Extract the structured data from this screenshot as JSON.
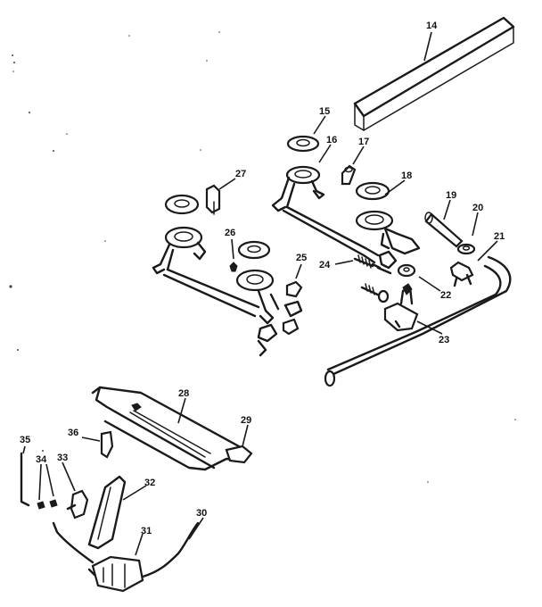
{
  "diagram": {
    "callouts": [
      {
        "id": "c14",
        "label": "14"
      },
      {
        "id": "c15",
        "label": "15"
      },
      {
        "id": "c16",
        "label": "16"
      },
      {
        "id": "c17",
        "label": "17"
      },
      {
        "id": "c18",
        "label": "18"
      },
      {
        "id": "c19",
        "label": "19"
      },
      {
        "id": "c20",
        "label": "20"
      },
      {
        "id": "c21",
        "label": "21"
      },
      {
        "id": "c22",
        "label": "22"
      },
      {
        "id": "c23",
        "label": "23"
      },
      {
        "id": "c24",
        "label": "24"
      },
      {
        "id": "c25",
        "label": "25"
      },
      {
        "id": "c26",
        "label": "26"
      },
      {
        "id": "c27",
        "label": "27"
      },
      {
        "id": "c28",
        "label": "28"
      },
      {
        "id": "c29",
        "label": "29"
      },
      {
        "id": "c30",
        "label": "30"
      },
      {
        "id": "c31",
        "label": "31"
      },
      {
        "id": "c32",
        "label": "32"
      },
      {
        "id": "c33",
        "label": "33"
      },
      {
        "id": "c34",
        "label": "34"
      },
      {
        "id": "c35",
        "label": "35"
      },
      {
        "id": "c36",
        "label": "36"
      }
    ]
  }
}
